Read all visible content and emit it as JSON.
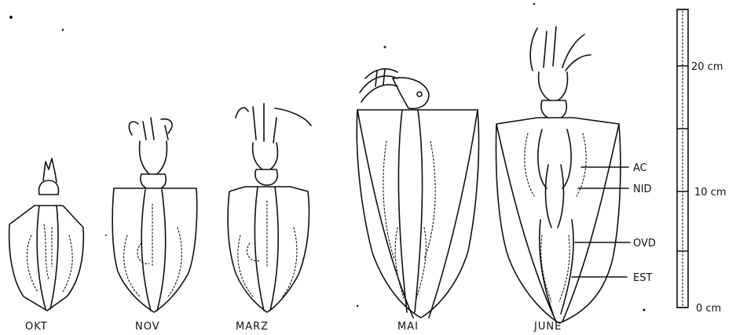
{
  "specimens": [
    {
      "month": "OKT"
    },
    {
      "month": "NOV"
    },
    {
      "month": "MARZ"
    },
    {
      "month": "MAI"
    },
    {
      "month": "JUNE"
    }
  ],
  "annotations": {
    "ac": "AC",
    "nid": "NID",
    "ovd": "OVD",
    "est": "EST"
  },
  "scale": {
    "top": "20 cm",
    "middle": "10 cm",
    "bottom": "0 cm"
  }
}
